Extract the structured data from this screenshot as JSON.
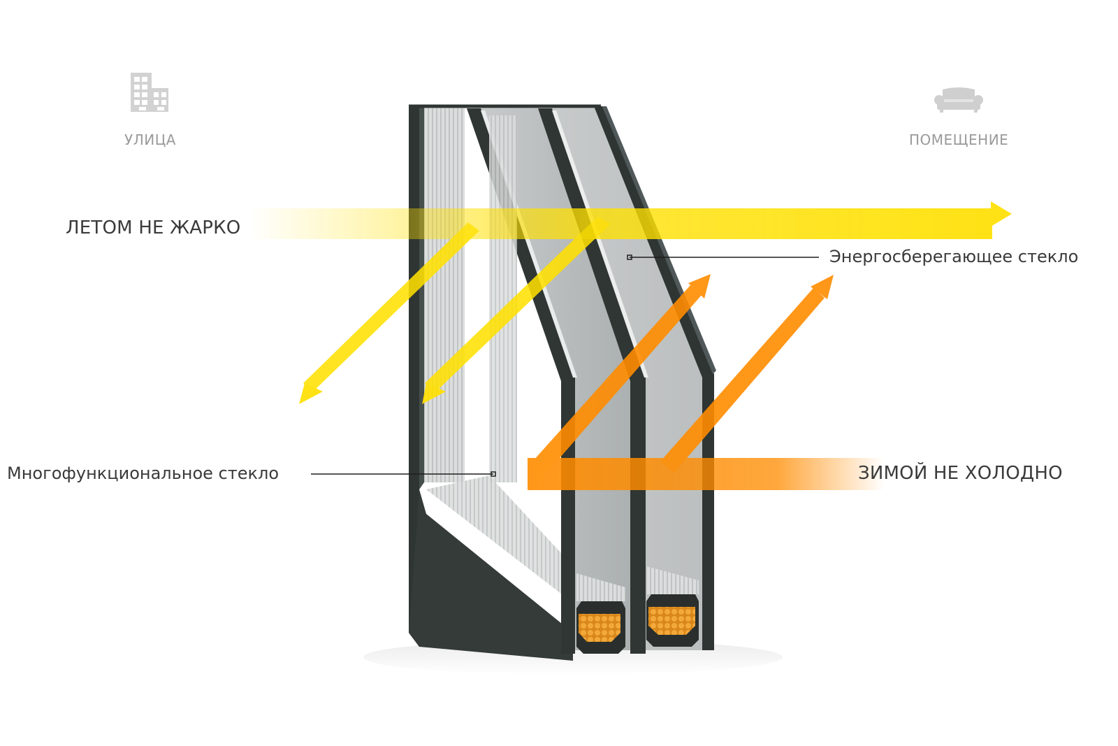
{
  "sides": {
    "outside": {
      "label": "УЛИЦА",
      "icon": "building-icon"
    },
    "inside": {
      "label": "ПОМЕЩЕНИЕ",
      "icon": "sofa-icon"
    }
  },
  "captions": {
    "summer": "ЛЕТОМ НЕ ЖАРКО",
    "winter": "ЗИМОЙ НЕ ХОЛОДНО"
  },
  "callouts": {
    "energy_saving_glass": "Энергосберегающее стекло",
    "multifunctional_glass": "Многофункциональное стекло"
  },
  "colors": {
    "summer_arrow": "#FFE000",
    "winter_arrow": "#FF8C00",
    "frame": "#2e3532",
    "glass": "#b9bcbc",
    "spacer_fill": "#e89a22",
    "icon_gray": "#cfcfcf",
    "side_label": "#9a9a9a",
    "text": "#3a3a3a"
  }
}
